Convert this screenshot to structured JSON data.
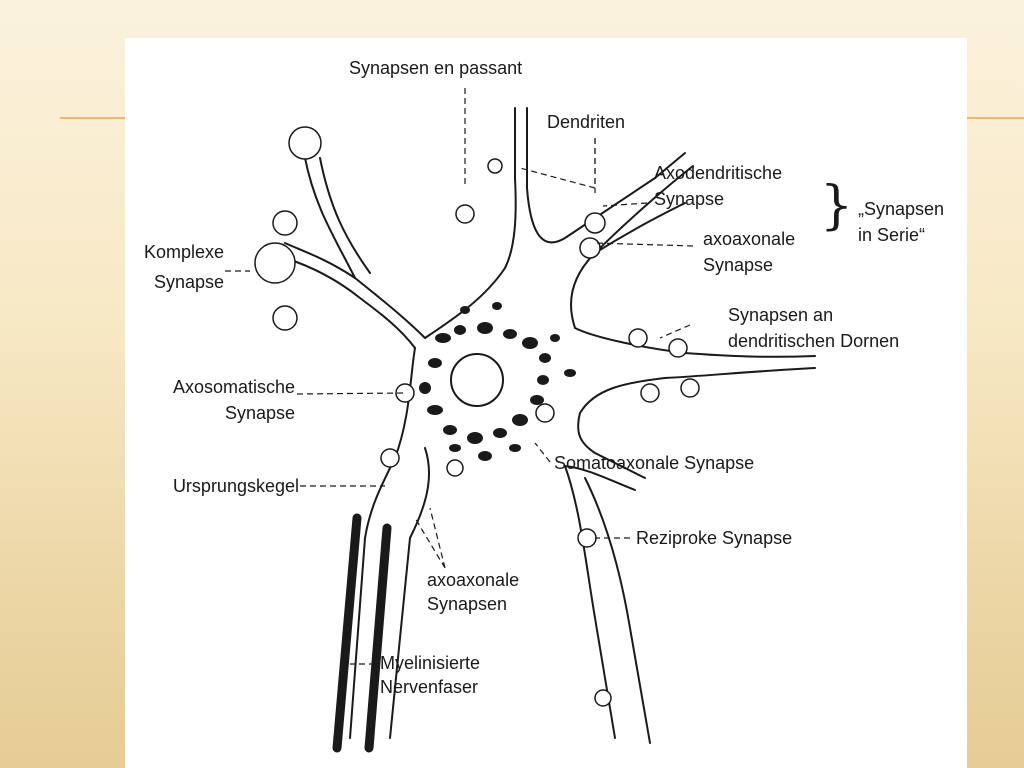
{
  "labels": {
    "synapsen_en_passant": "Synapsen en passant",
    "dendriten": "Dendriten",
    "axodendritische_1": "Axodendritische",
    "axodendritische_2": "Synapse",
    "axoaxonale_top_1": "axoaxonale",
    "axoaxonale_top_2": "Synapse",
    "synapsen_in_serie_1": "„Synapsen",
    "synapsen_in_serie_2": "in Serie“",
    "komplexe_1": "Komplexe",
    "komplexe_2": "Synapse",
    "dornen_1": "Synapsen an",
    "dornen_2": "dendritischen Dornen",
    "axosomatische_1": "Axosomatische",
    "axosomatische_2": "Synapse",
    "somatoaxonale": "Somatoaxonale Synapse",
    "ursprungskegel": "Ursprungskegel",
    "reziproke": "Reziproke Synapse",
    "axoaxonale_bottom_1": "axoaxonale",
    "axoaxonale_bottom_2": "Synapsen",
    "myelin_1": "Myelinisierte",
    "myelin_2": "Nervenfaser"
  },
  "colors": {
    "rule": "#f0b862",
    "ink": "#1a1a1a",
    "panel": "#ffffff"
  }
}
